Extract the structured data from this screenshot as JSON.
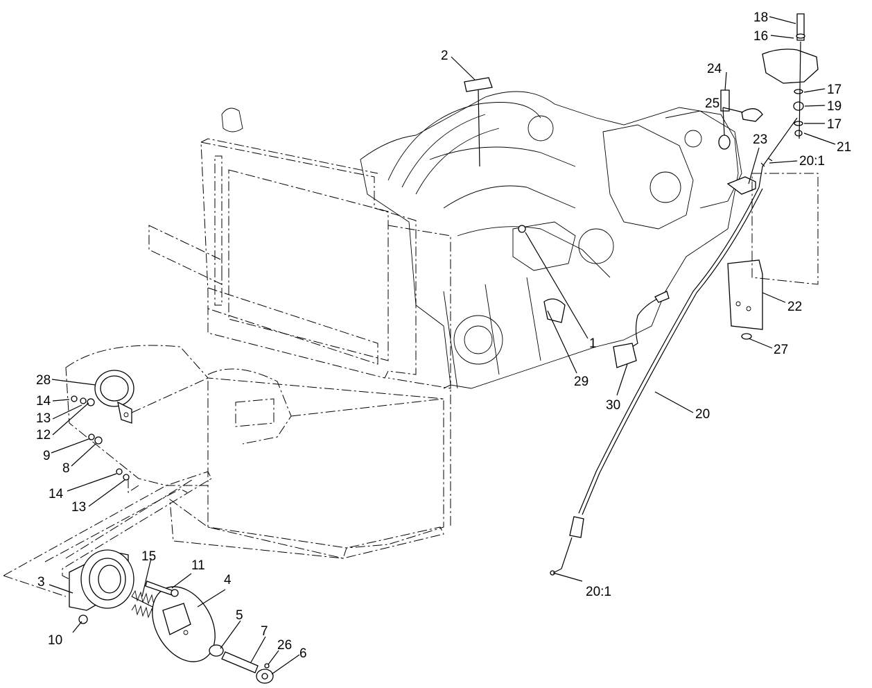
{
  "diagram": {
    "callouts": [
      {
        "id": "c18",
        "text": "18"
      },
      {
        "id": "c16",
        "text": "16"
      },
      {
        "id": "c2",
        "text": "2"
      },
      {
        "id": "c24",
        "text": "24"
      },
      {
        "id": "c17a",
        "text": "17"
      },
      {
        "id": "c19",
        "text": "19"
      },
      {
        "id": "c25",
        "text": "25"
      },
      {
        "id": "c17b",
        "text": "17"
      },
      {
        "id": "c23",
        "text": "23"
      },
      {
        "id": "c21",
        "text": "21"
      },
      {
        "id": "c20a",
        "text": "20:1"
      },
      {
        "id": "c22",
        "text": "22"
      },
      {
        "id": "c1",
        "text": "1"
      },
      {
        "id": "c27",
        "text": "27"
      },
      {
        "id": "c29",
        "text": "29"
      },
      {
        "id": "c28",
        "text": "28"
      },
      {
        "id": "c14a",
        "text": "14"
      },
      {
        "id": "c13a",
        "text": "13"
      },
      {
        "id": "c12",
        "text": "12"
      },
      {
        "id": "c30",
        "text": "30"
      },
      {
        "id": "c20",
        "text": "20"
      },
      {
        "id": "c9",
        "text": "9"
      },
      {
        "id": "c8",
        "text": "8"
      },
      {
        "id": "c14b",
        "text": "14"
      },
      {
        "id": "c13b",
        "text": "13"
      },
      {
        "id": "c15",
        "text": "15"
      },
      {
        "id": "c11",
        "text": "11"
      },
      {
        "id": "c4",
        "text": "4"
      },
      {
        "id": "c3",
        "text": "3"
      },
      {
        "id": "c20b",
        "text": "20:1"
      },
      {
        "id": "c5",
        "text": "5"
      },
      {
        "id": "c10",
        "text": "10"
      },
      {
        "id": "c7",
        "text": "7"
      },
      {
        "id": "c26",
        "text": "26"
      },
      {
        "id": "c6",
        "text": "6"
      }
    ]
  }
}
